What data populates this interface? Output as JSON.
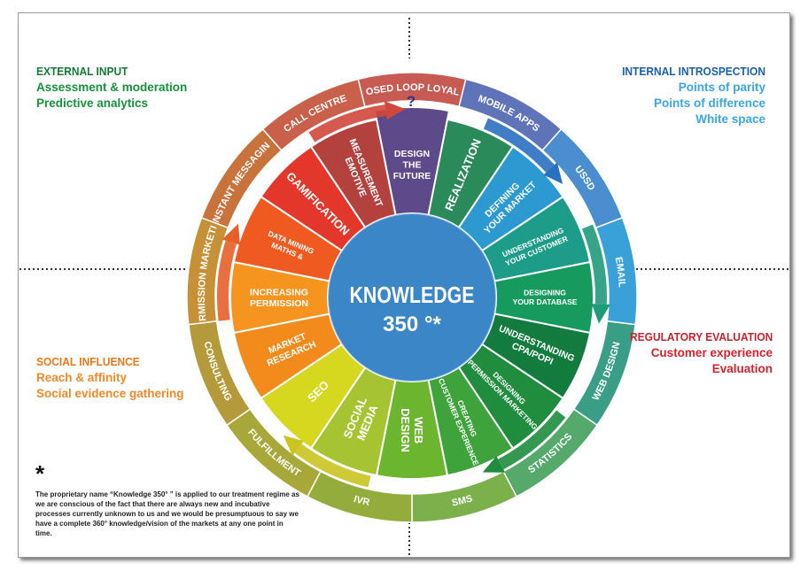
{
  "quadrants": {
    "external": {
      "heading": "EXTERNAL INPUT",
      "lines": [
        "Assessment & moderation",
        "Predictive analytics"
      ]
    },
    "internal": {
      "heading": "INTERNAL INTROSPECTION",
      "lines": [
        "Points of parity",
        "Points of difference",
        "White space"
      ]
    },
    "regulatory": {
      "heading": "REGULATORY EVALUATION",
      "lines": [
        "Customer experience",
        "Evaluation"
      ]
    },
    "social": {
      "heading": "SOCIAL INFLUENCE",
      "lines": [
        "Reach & affinity",
        "Social evidence gathering"
      ]
    }
  },
  "center": {
    "title": "KNOWLEDGE",
    "subtitle": "350 °*"
  },
  "question_mark": "?",
  "outer_ring": [
    {
      "label": "CLOSED LOOP LOYALTY",
      "color": "#c85a54"
    },
    {
      "label": "MOBILE APPS",
      "color": "#5f74b8"
    },
    {
      "label": "USSD",
      "color": "#4a8ed0"
    },
    {
      "label": "EMAIL",
      "color": "#3aa0d8"
    },
    {
      "label": "WEB DESIGN",
      "color": "#3a9e86"
    },
    {
      "label": "STATISTICS",
      "color": "#55a96b"
    },
    {
      "label": "SMS",
      "color": "#7bb04a"
    },
    {
      "label": "IVR",
      "color": "#94ac3c"
    },
    {
      "label": "FULFILLMENT",
      "color": "#a7a73a"
    },
    {
      "label": "CONSULTING",
      "color": "#b49a3a"
    },
    {
      "label": "PERMISSION MARKETING",
      "color": "#c59036"
    },
    {
      "label": "INSTANT MESSAGING",
      "color": "#c8723c"
    },
    {
      "label": "CALL CENTRE",
      "color": "#c9604a"
    }
  ],
  "inner_segments": [
    {
      "label": "DESIGN THE FUTURE",
      "color": "#5d4a8a"
    },
    {
      "label": "REALIZATION",
      "color": "#2a8a5a"
    },
    {
      "label": "DEFINING YOUR MARKET",
      "color": "#2c9ad0"
    },
    {
      "label": "UNDERSTANDING YOUR CUSTOMER",
      "color": "#1e9c8a"
    },
    {
      "label": "DESIGNING YOUR DATABASE",
      "color": "#169a5e"
    },
    {
      "label": "UNDERSTANDING CPA/POPI",
      "color": "#137b3e"
    },
    {
      "label": "DESIGNING PERMISSION MARKETING",
      "color": "#1f8d3d"
    },
    {
      "label": "CREATING CUSTOMER EXPERIENCE",
      "color": "#3ea33a"
    },
    {
      "label": "WEB DESIGN",
      "color": "#6cb52e"
    },
    {
      "label": "SOCIAL MEDIA",
      "color": "#a6c431"
    },
    {
      "label": "SEO",
      "color": "#d6d71f"
    },
    {
      "label": "MARKET RESEARCH",
      "color": "#f28a1c"
    },
    {
      "label": "INCREASING PERMISSION",
      "color": "#f5941e"
    },
    {
      "label": "DATA MINING MATHS & MARKETING",
      "color": "#ee5a20"
    },
    {
      "label": "GAMIFICATION",
      "color": "#e2372a"
    },
    {
      "label": "MEASUREMENT EMOTIVE",
      "color": "#b3423e"
    }
  ],
  "asterisk": "*",
  "footnote": "The proprietary name “Knowledge 350° ” is applied to our treatment regime as we are conscious of the fact that there are always new and incubative processes currently unknown to us and we would be presumptuous to say we have a complete 360° knowledge/vision of the markets at any one point in time."
}
